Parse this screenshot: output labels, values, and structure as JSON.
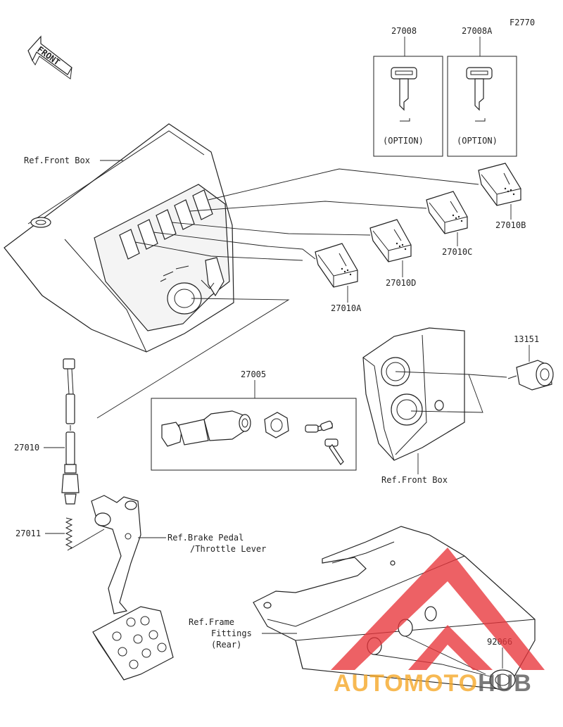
{
  "diagram": {
    "figure_code": "F2770",
    "front_arrow_label": "FRONT",
    "option_label": "(OPTION)",
    "parts": {
      "p27008": "27008",
      "p27008A": "27008A",
      "p27010B": "27010B",
      "p27010C": "27010C",
      "p27010D": "27010D",
      "p27010A": "27010A",
      "p27005": "27005",
      "p13151": "13151",
      "p27010": "27010",
      "p27011": "27011",
      "p92066": "92066"
    },
    "refs": {
      "front_box_top": "Ref.Front Box",
      "front_box_right": "Ref.Front Box",
      "brake_pedal_line1": "Ref.Brake Pedal",
      "brake_pedal_line2": "/Throttle Lever",
      "frame_line1": "Ref.Frame",
      "frame_line2": "Fittings",
      "frame_line3": "(Rear)"
    }
  },
  "watermark": {
    "text_auto": "AUTO",
    "text_moto": "MOTO",
    "text_hub": "HUB",
    "color_red": "#e8353b",
    "color_orange": "#f5a623",
    "color_gray": "#555555"
  }
}
